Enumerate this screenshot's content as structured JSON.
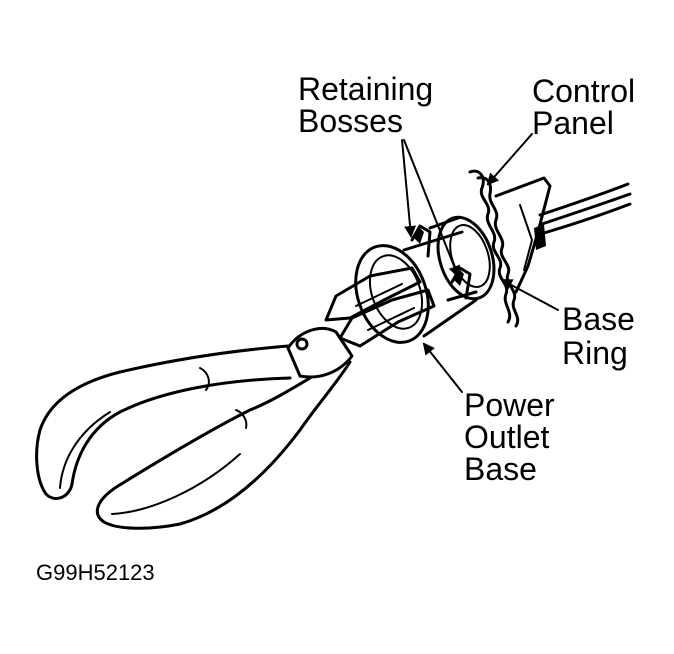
{
  "labels": {
    "retaining_bosses": [
      "Retaining",
      "Bosses"
    ],
    "control_panel": [
      "Control",
      "Panel"
    ],
    "base_ring": [
      "Base",
      "Ring"
    ],
    "power_outlet_base": [
      "Power",
      "Outlet",
      "Base"
    ]
  },
  "figure_code": "G99H52123",
  "colors": {
    "ink": "#000000",
    "paper": "#ffffff"
  }
}
